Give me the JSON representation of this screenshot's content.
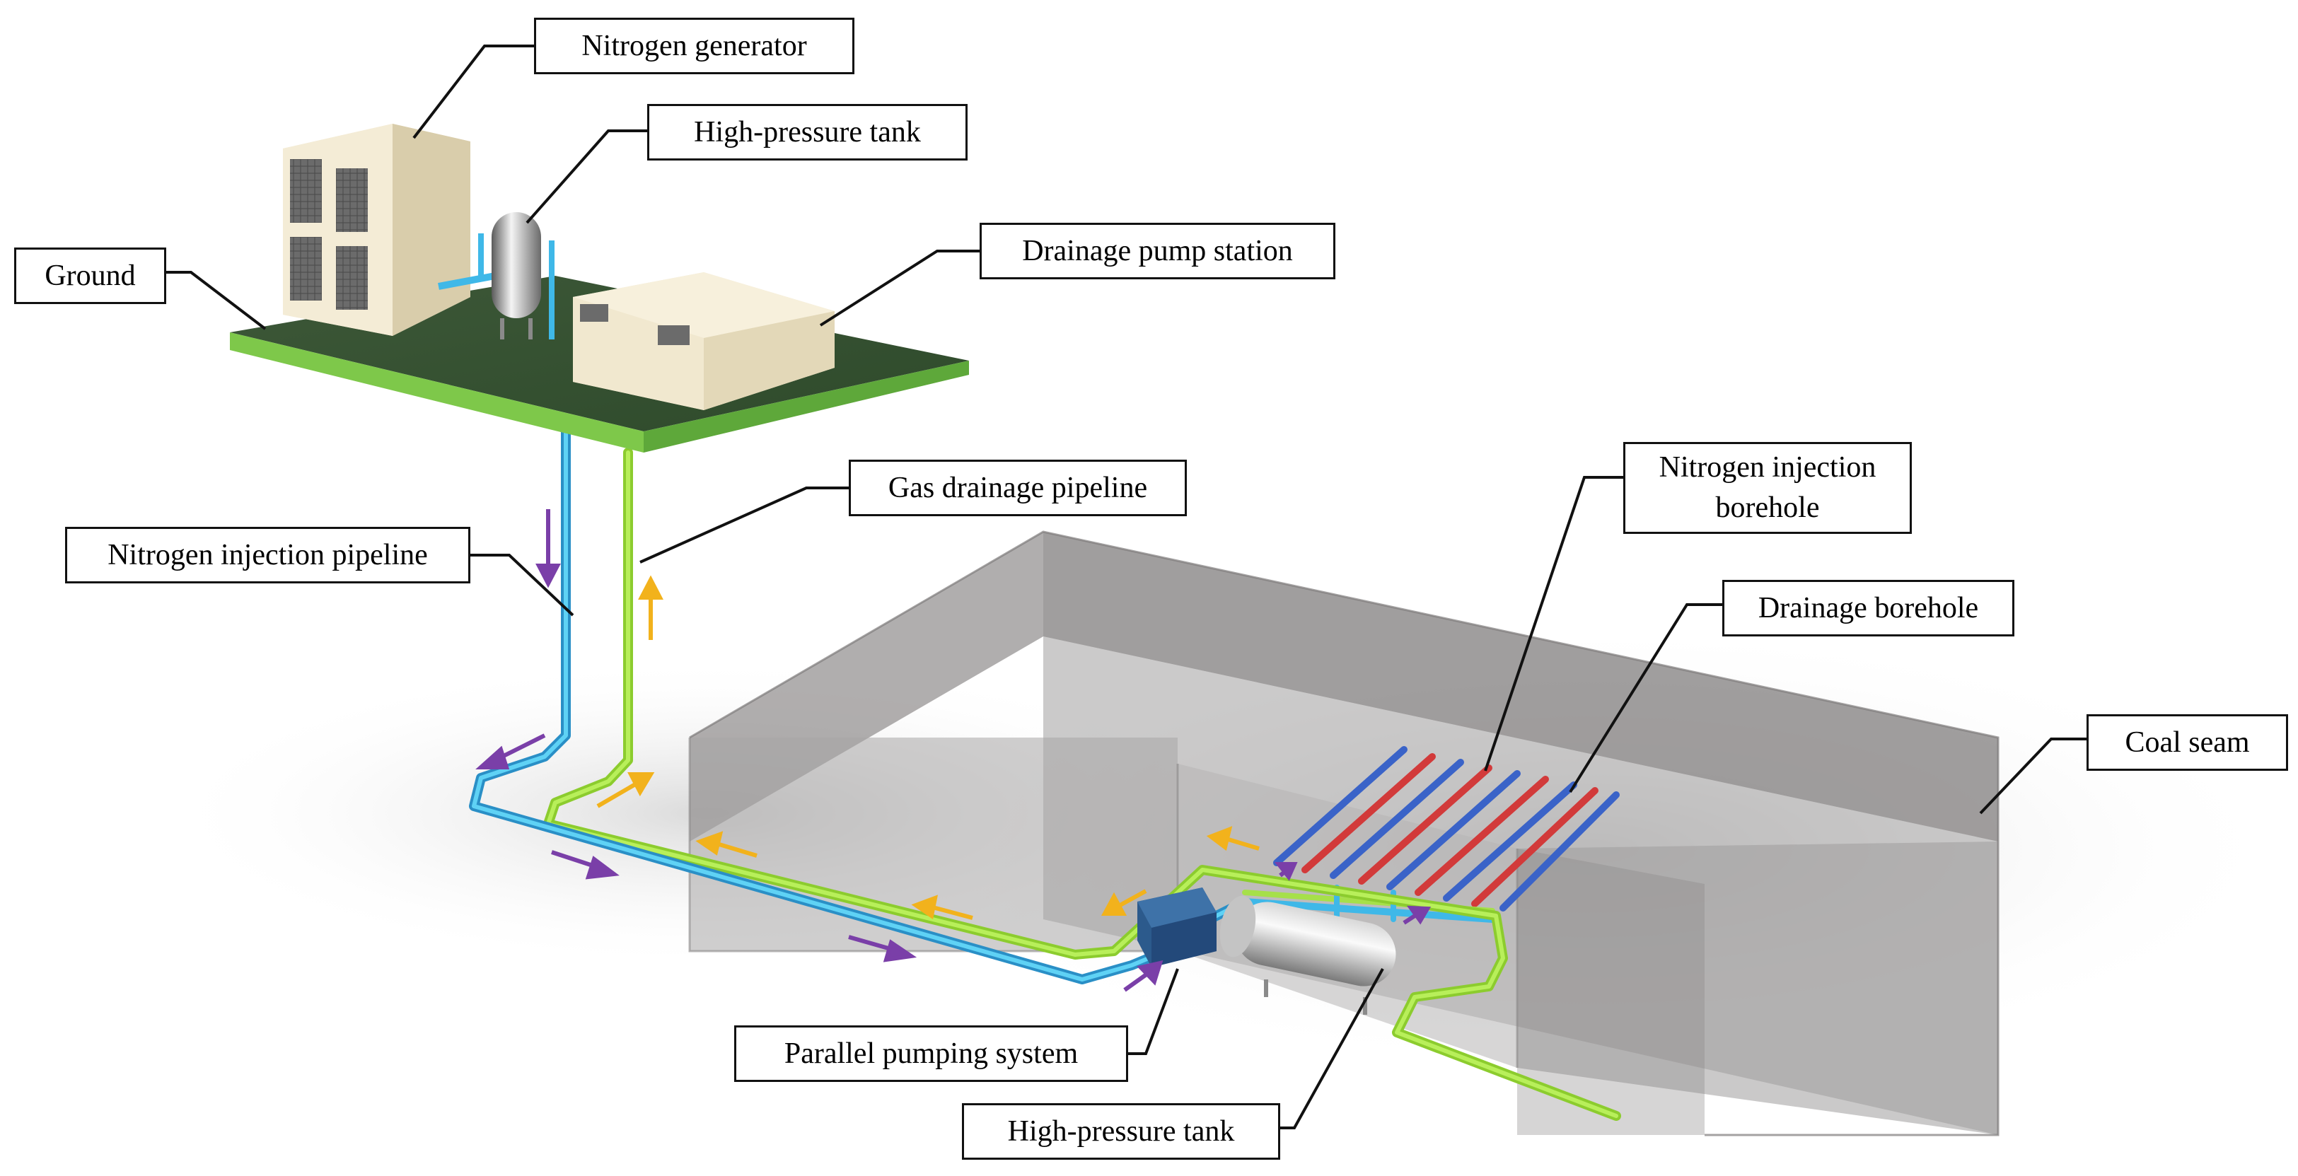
{
  "labels": {
    "nitrogen_generator": "Nitrogen generator",
    "high_pressure_tank_top": "High-pressure tank",
    "ground": "Ground",
    "drainage_pump_station": "Drainage pump station",
    "gas_drainage_pipeline": "Gas drainage pipeline",
    "nitrogen_injection_pipeline": "Nitrogen injection pipeline",
    "nitrogen_injection_borehole_line1": "Nitrogen injection",
    "nitrogen_injection_borehole_line2": "borehole",
    "drainage_borehole": "Drainage borehole",
    "coal_seam": "Coal seam",
    "parallel_pumping_system": "Parallel pumping system",
    "high_pressure_tank_bottom": "High-pressure tank"
  },
  "colors": {
    "ground_platform": "#3f5a3a",
    "nitrogen_pipe": "#3fb8e8",
    "drainage_pipe": "#a6e04a",
    "nitrogen_borehole": "#d23a3a",
    "drainage_borehole": "#3a63c8",
    "flow_arrow_nitrogen": "#7a3fa8",
    "flow_arrow_gas": "#f2b21c",
    "coal_seam": "#9a9898",
    "building": "#e8dfc6",
    "pump_box": "#2c5a8c"
  }
}
